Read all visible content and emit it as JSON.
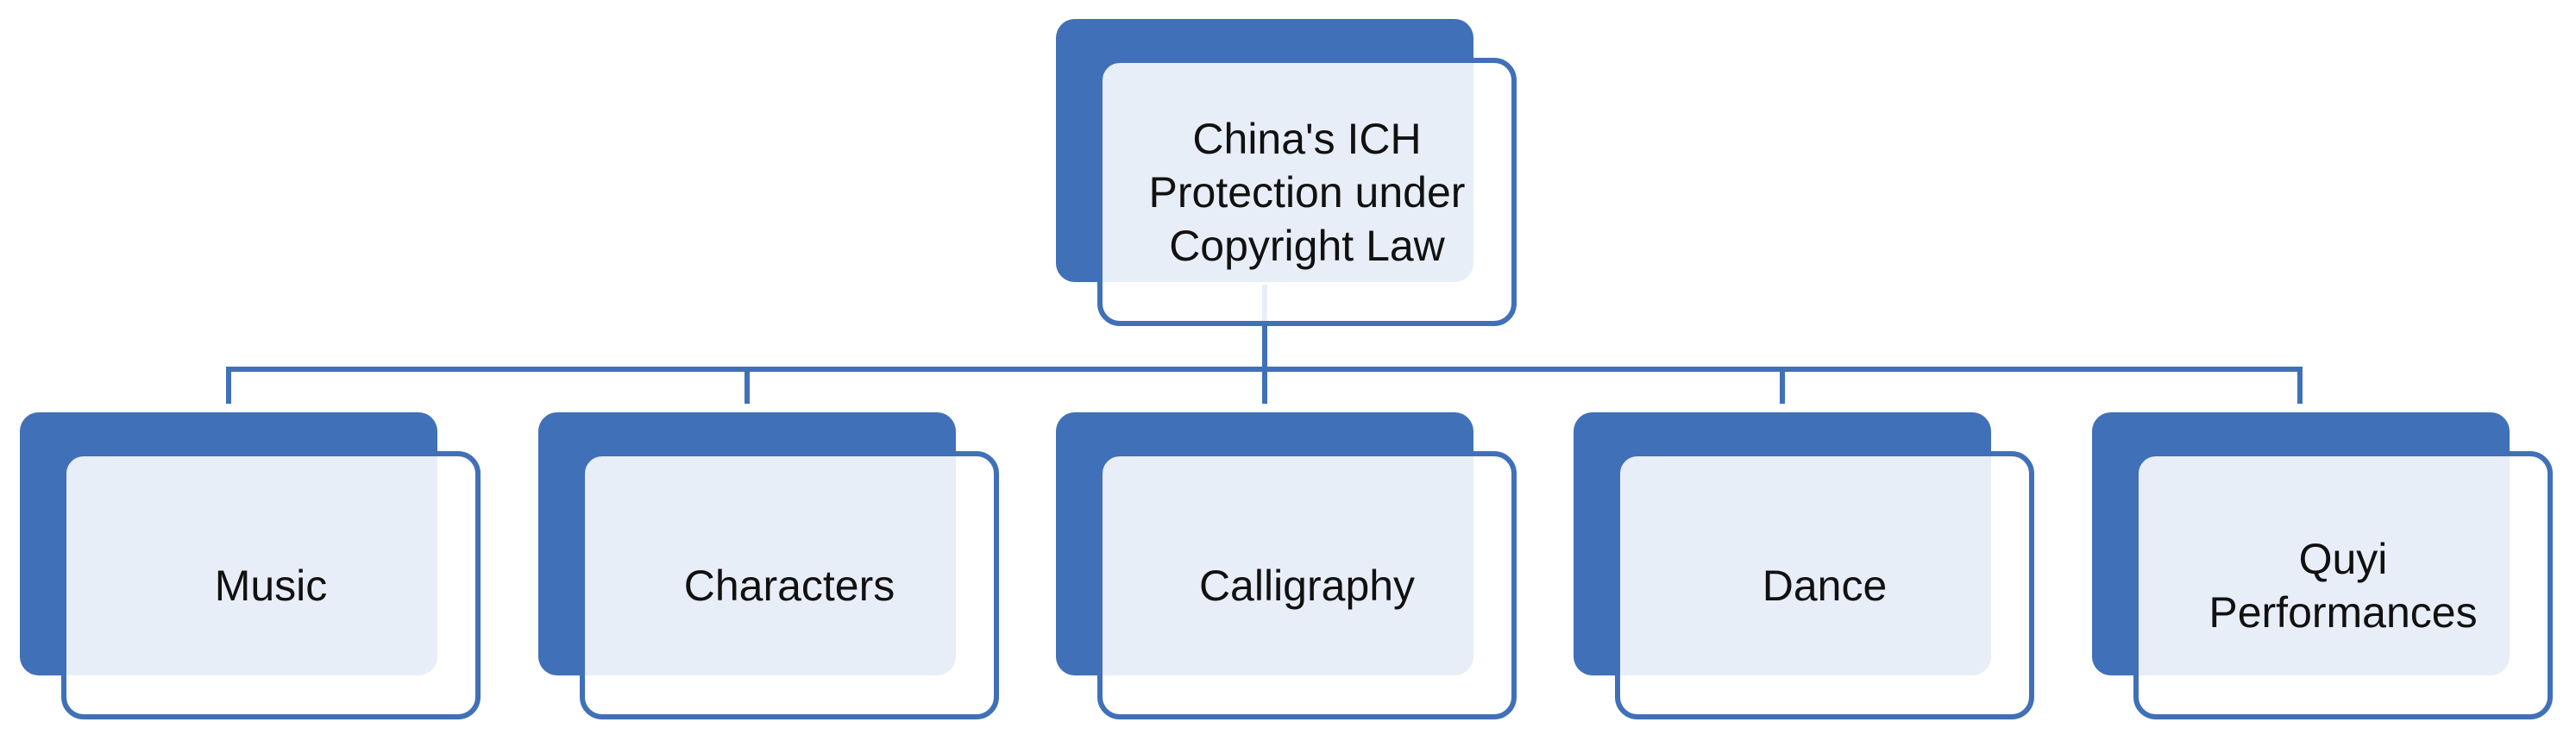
{
  "colors": {
    "accent": "#4070b8",
    "box_fill": "#eef1f7",
    "text": "#111111"
  },
  "root": {
    "label": "China's ICH\nProtection under\nCopyright Law"
  },
  "children": [
    {
      "label": "Music"
    },
    {
      "label": "Characters"
    },
    {
      "label": "Calligraphy"
    },
    {
      "label": "Dance"
    },
    {
      "label": "Quyi\nPerformances"
    }
  ]
}
